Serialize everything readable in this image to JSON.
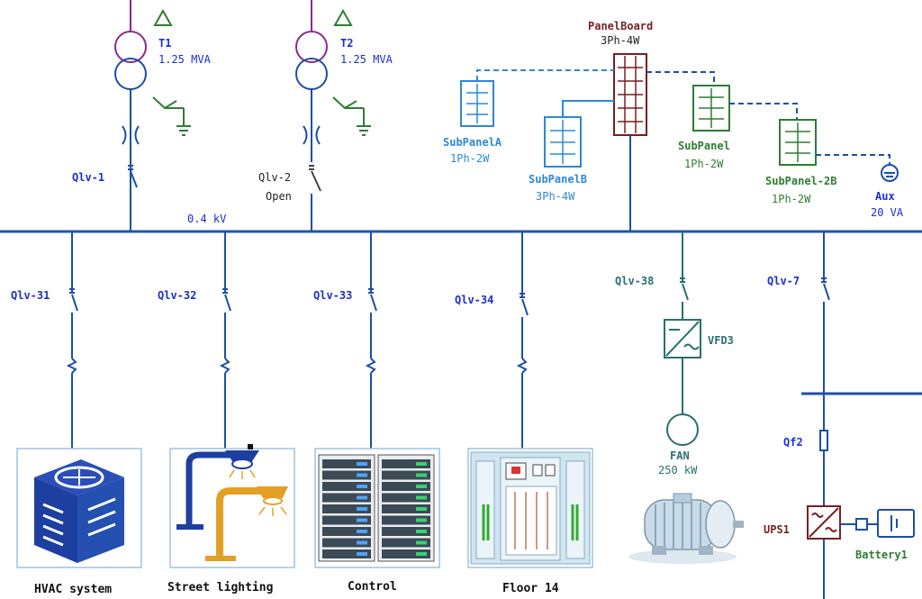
{
  "colors": {
    "blue": "#1c4fa8",
    "bus": "#2253b0",
    "purple": "#8b2a8b",
    "green": "#2e7d32",
    "teal": "#2a6f70",
    "maroon": "#7a1f1f",
    "lightblue": "#2d88d8",
    "labelblue": "#1a2fd0"
  },
  "transformers": [
    {
      "name": "T1",
      "rating": "1.25 MVA"
    },
    {
      "name": "T2",
      "rating": "1.25 MVA"
    }
  ],
  "incomers": [
    {
      "name": "Qlv-1",
      "state": ""
    },
    {
      "name": "Qlv-2",
      "state": "Open"
    }
  ],
  "bus_voltage": "0.4 kV",
  "panelboard": {
    "name": "PanelBoard",
    "type": "3Ph-4W"
  },
  "subpanels": [
    {
      "name": "SubPanelA",
      "type": "1Ph-2W"
    },
    {
      "name": "SubPanelB",
      "type": "3Ph-4W"
    },
    {
      "name": "SubPanel",
      "type": "1Ph-2W"
    },
    {
      "name": "SubPanel-2B",
      "type": "1Ph-2W"
    }
  ],
  "aux": {
    "name": "Aux",
    "rating": "20 VA"
  },
  "feeders": [
    {
      "breaker": "Qlv-31",
      "load": "HVAC system"
    },
    {
      "breaker": "Qlv-32",
      "load": "Street lighting"
    },
    {
      "breaker": "Qlv-33",
      "load": "Control"
    },
    {
      "breaker": "Qlv-34",
      "load": "Floor 14"
    }
  ],
  "motor_feeder": {
    "breaker": "Qlv-38",
    "drive": "VFD3",
    "motor": "FAN",
    "rating": "250 kW"
  },
  "ups_feeder": {
    "breaker": "Qlv-7",
    "sub_breaker": "Qf2",
    "ups": "UPS1",
    "battery": "Battery1"
  }
}
